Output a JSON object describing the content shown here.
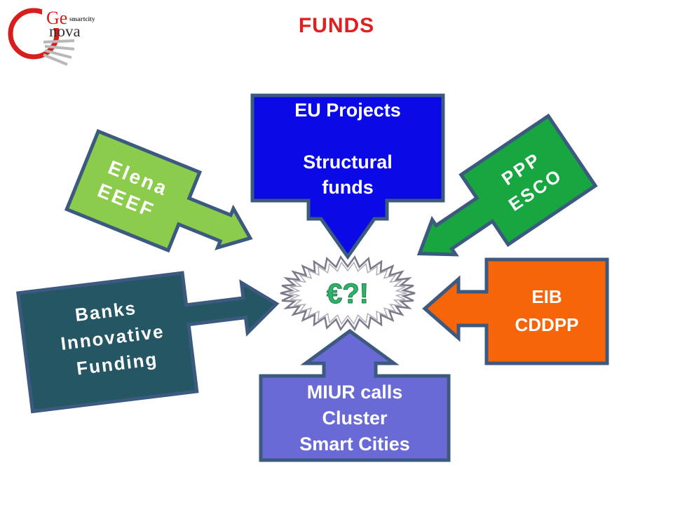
{
  "title": "FUNDS",
  "logo": {
    "ge": "Ge",
    "nova": "nova",
    "smartcity": "smartcity"
  },
  "center": {
    "label": "€?!"
  },
  "nodes": {
    "eu": {
      "lines": [
        "EU Projects",
        "",
        "Structural",
        "funds"
      ]
    },
    "elena": {
      "lines": [
        "Elena",
        "EEEF"
      ]
    },
    "ppp": {
      "lines": [
        "PPP",
        "ESCO"
      ]
    },
    "banks": {
      "lines": [
        "Banks",
        "Innovative",
        "Funding"
      ]
    },
    "eib": {
      "lines": [
        "EIB",
        "CDDPP"
      ]
    },
    "miur": {
      "lines": [
        "MIUR calls",
        "Cluster",
        "Smart Cities"
      ]
    }
  },
  "colors": {
    "title": "#e02020",
    "border": "#3c5a7f",
    "eu": "#0a0ae6",
    "elena": "#8ccc4c",
    "ppp": "#17a63f",
    "banks": "#245663",
    "eib": "#f7650a",
    "miur": "#6a6ad6",
    "center_text": "#2fb36a",
    "logo_red": "#d91c1c"
  }
}
